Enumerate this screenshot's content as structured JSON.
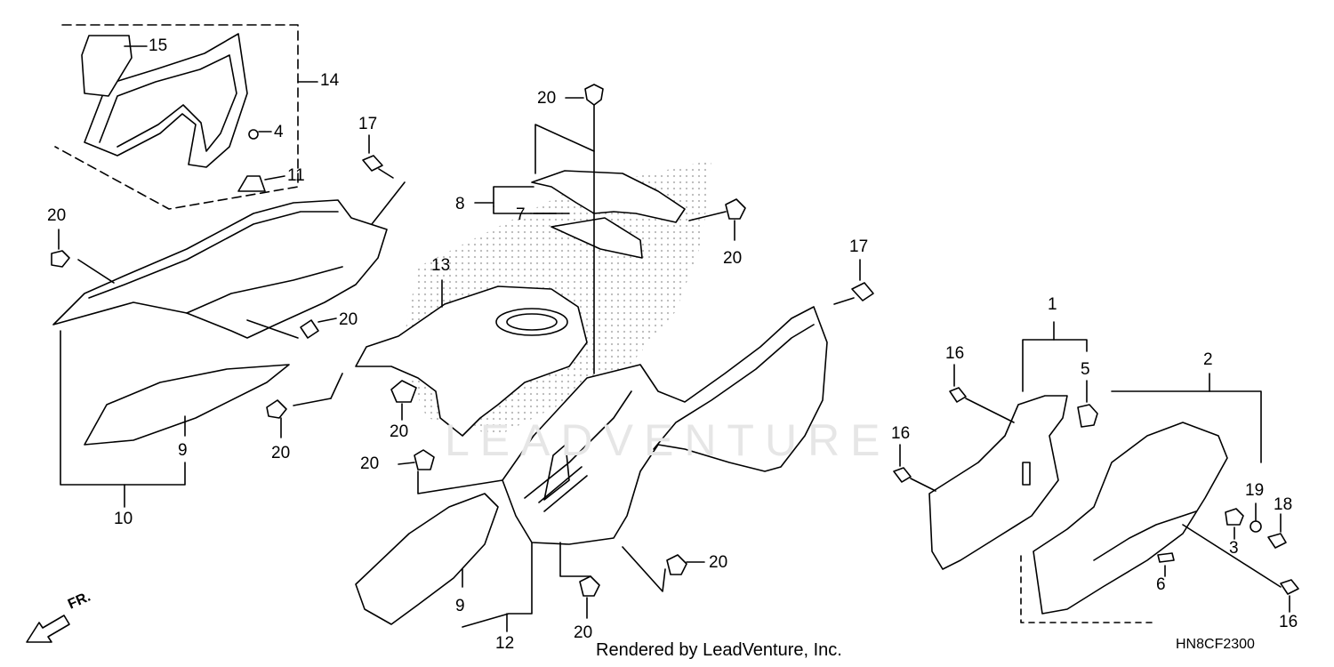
{
  "diagram": {
    "watermark": "LEADVENTURE",
    "credit": "Rendered by LeadVenture, Inc.",
    "diagram_code": "HN8CF2300",
    "direction": "FR.",
    "callouts": [
      {
        "id": "c-15",
        "text": "15"
      },
      {
        "id": "c-14",
        "text": "14"
      },
      {
        "id": "c-4",
        "text": "4"
      },
      {
        "id": "c-11",
        "text": "11"
      },
      {
        "id": "c-17a",
        "text": "17"
      },
      {
        "id": "c-20a",
        "text": "20"
      },
      {
        "id": "c-20b",
        "text": "20"
      },
      {
        "id": "c-9a",
        "text": "9"
      },
      {
        "id": "c-10",
        "text": "10"
      },
      {
        "id": "c-20c",
        "text": "20"
      },
      {
        "id": "c-8",
        "text": "8"
      },
      {
        "id": "c-7",
        "text": "7"
      },
      {
        "id": "c-20d",
        "text": "20"
      },
      {
        "id": "c-13",
        "text": "13"
      },
      {
        "id": "c-20e",
        "text": "20"
      },
      {
        "id": "c-20f",
        "text": "20"
      },
      {
        "id": "c-20g",
        "text": "20"
      },
      {
        "id": "c-17b",
        "text": "17"
      },
      {
        "id": "c-9b",
        "text": "9"
      },
      {
        "id": "c-12",
        "text": "12"
      },
      {
        "id": "c-20h",
        "text": "20"
      },
      {
        "id": "c-20i",
        "text": "20"
      },
      {
        "id": "c-1",
        "text": "1"
      },
      {
        "id": "c-16a",
        "text": "16"
      },
      {
        "id": "c-5",
        "text": "5"
      },
      {
        "id": "c-2",
        "text": "2"
      },
      {
        "id": "c-16b",
        "text": "16"
      },
      {
        "id": "c-19",
        "text": "19"
      },
      {
        "id": "c-18",
        "text": "18"
      },
      {
        "id": "c-3",
        "text": "3"
      },
      {
        "id": "c-6",
        "text": "6"
      },
      {
        "id": "c-16c",
        "text": "16"
      }
    ]
  }
}
